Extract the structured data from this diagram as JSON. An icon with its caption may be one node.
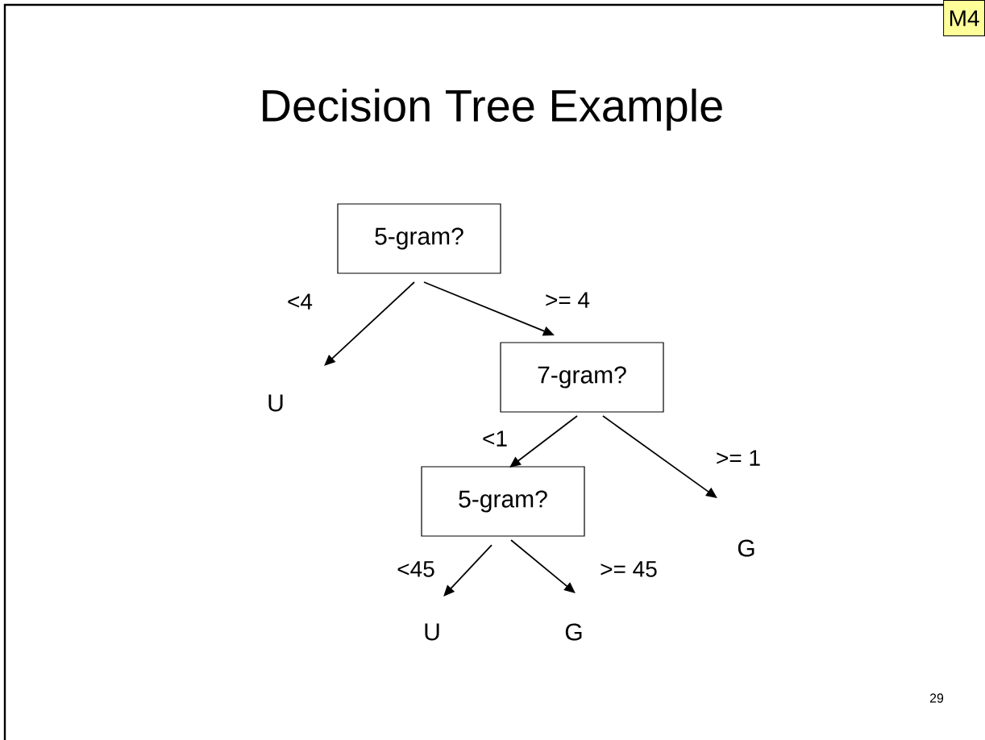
{
  "diagram": {
    "title": "Decision Tree Example",
    "nodes": [
      {
        "text": [
          "5-gram?"
        ]
      },
      {
        "text": [
          "U"
        ]
      },
      {
        "text": [
          "7-gram?"
        ]
      },
      {
        "text": [
          "5-gram?"
        ]
      },
      {
        "text": [
          "G"
        ]
      },
      {
        "text": [
          "U"
        ]
      },
      {
        "text": [
          "G"
        ]
      }
    ],
    "edges": [
      {
        "from": 0,
        "to": 1,
        "arrow": "to",
        "label": "<4"
      },
      {
        "from": 0,
        "to": 2,
        "arrow": "to",
        "label": ">= 4"
      },
      {
        "from": 2,
        "to": 3,
        "arrow": "to",
        "label": "<1"
      },
      {
        "from": 2,
        "to": 4,
        "arrow": "to",
        "label": ">= 1"
      },
      {
        "from": 3,
        "to": 5,
        "arrow": "to",
        "label": "<45"
      },
      {
        "from": 3,
        "to": 6,
        "arrow": "to",
        "label": ">= 45"
      }
    ],
    "labels": [
      "M4",
      "29"
    ]
  }
}
